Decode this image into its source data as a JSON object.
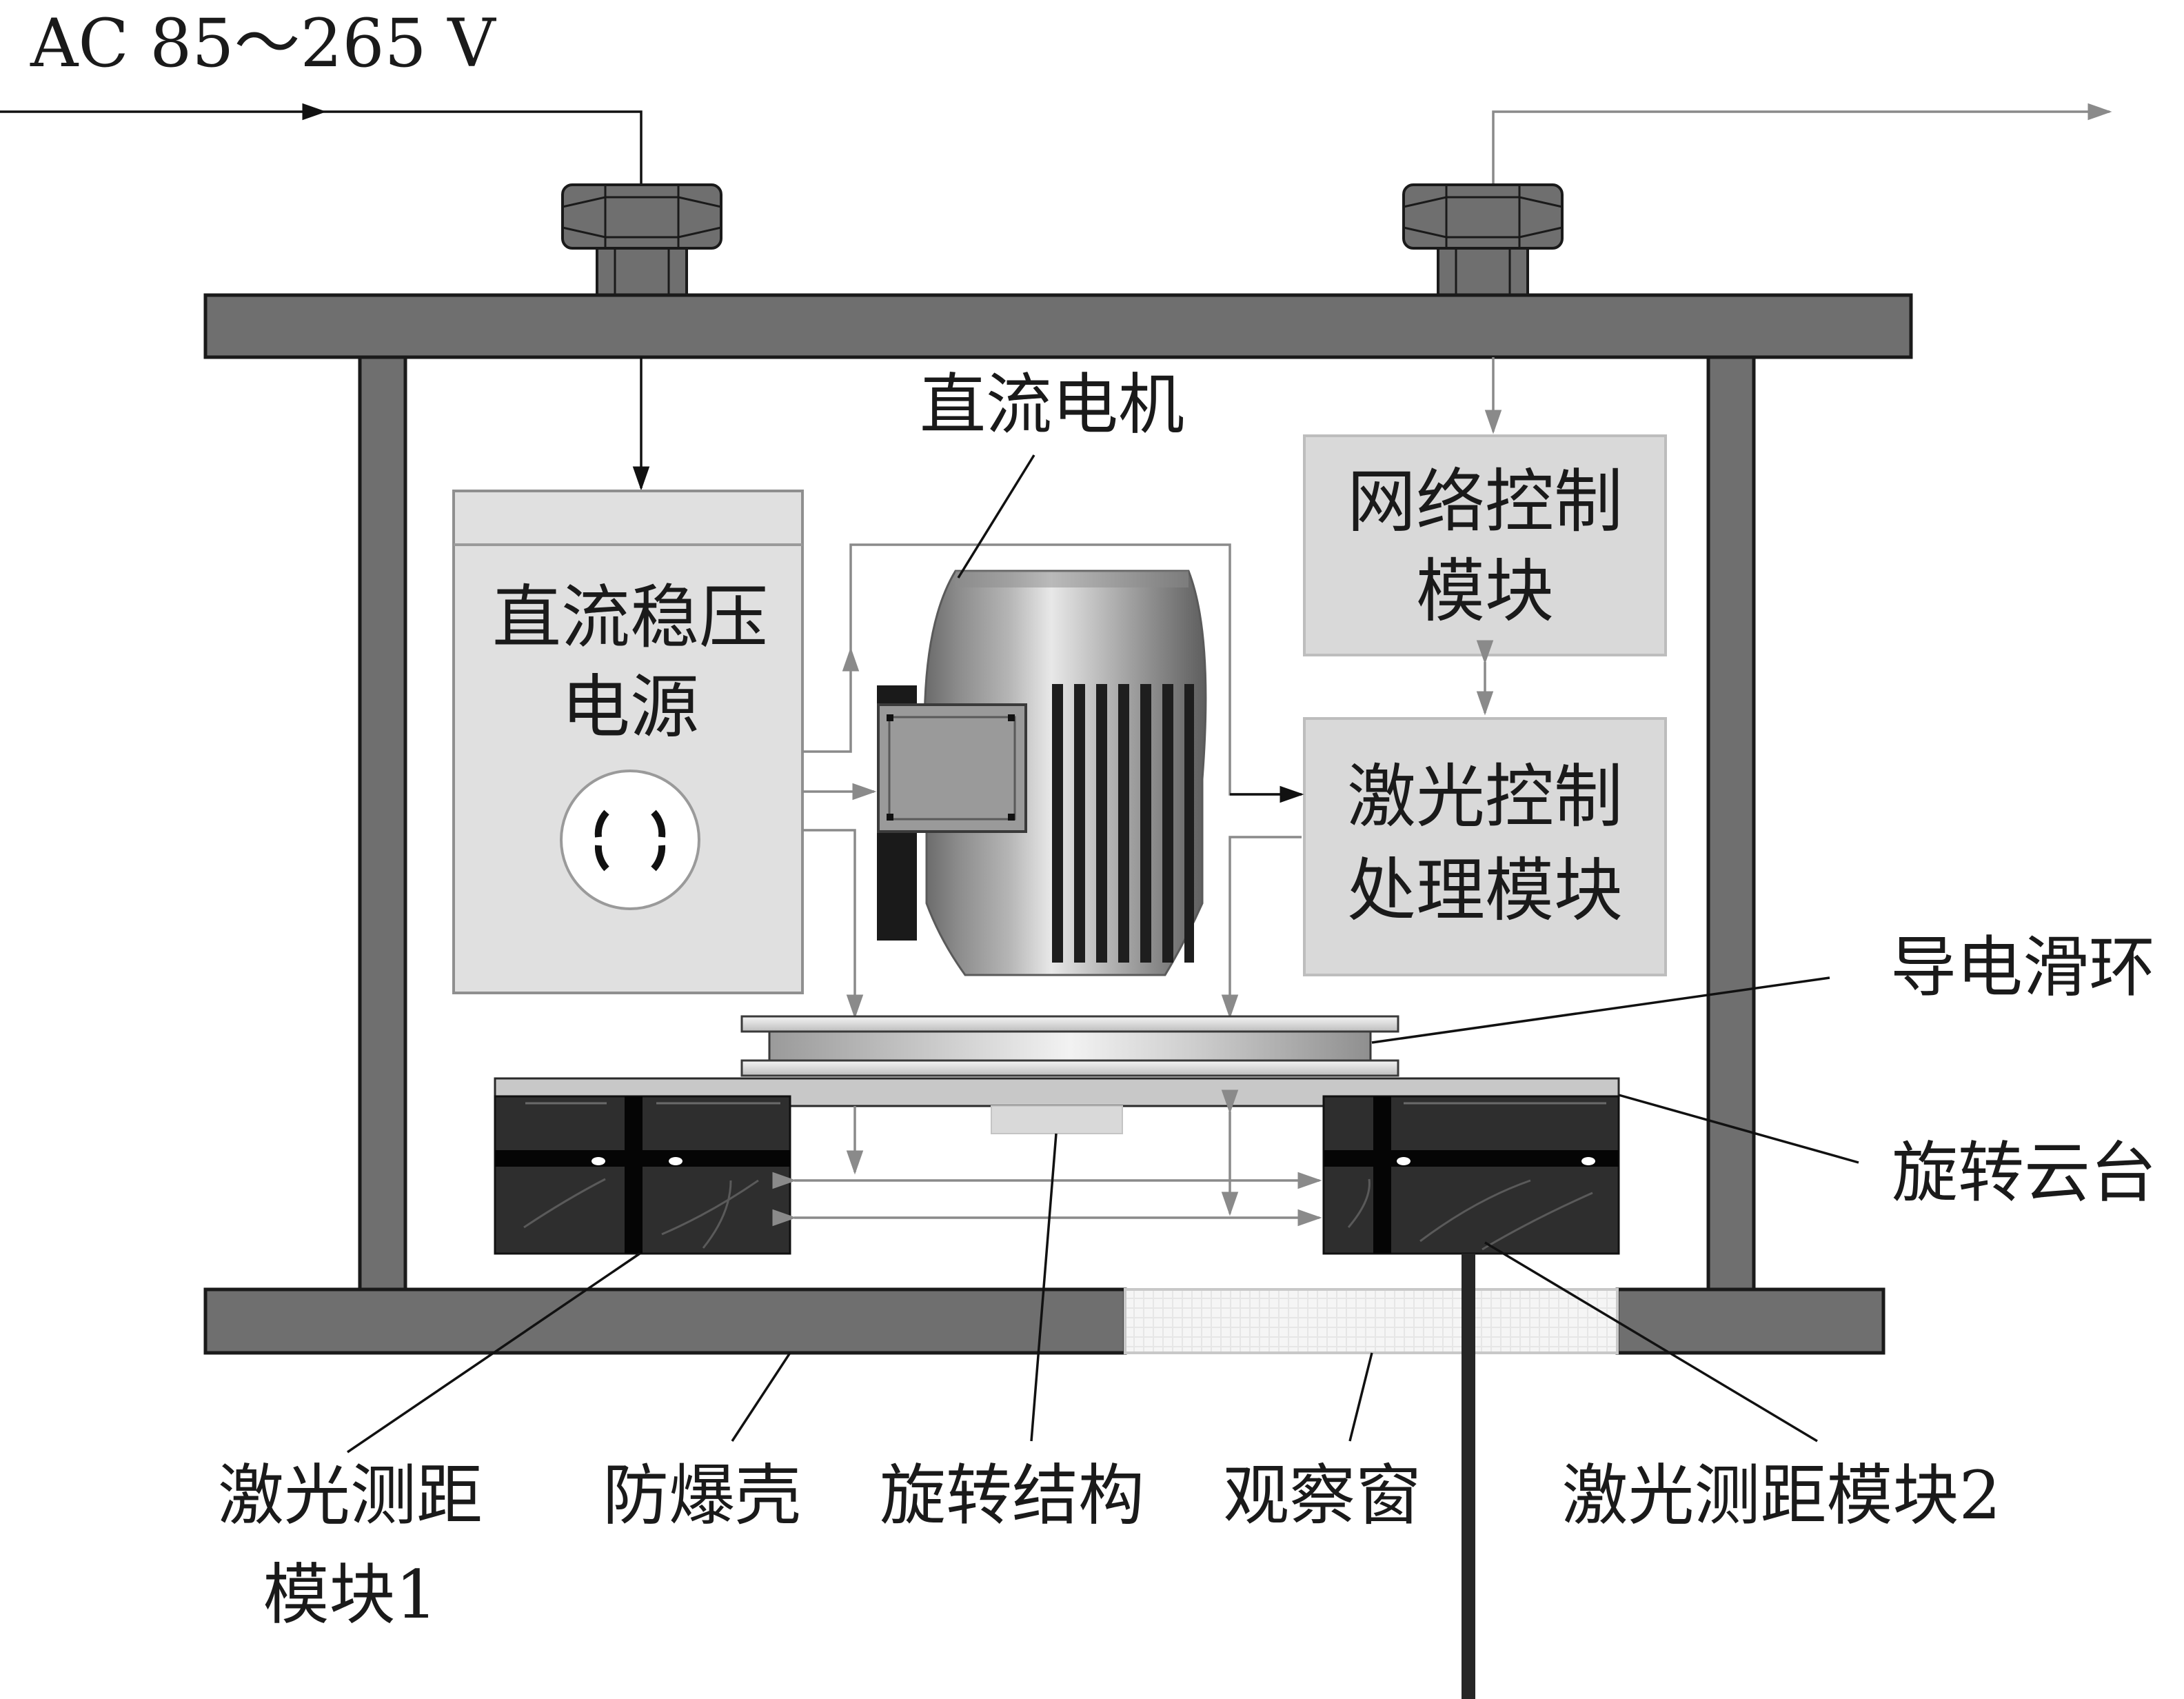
{
  "input": {
    "voltage": "AC 85～265 V"
  },
  "labels": {
    "dc_motor": "直流电机",
    "power_supply_line1": "直流稳压",
    "power_supply_line2": "电源",
    "network_module_line1": "网络控制",
    "network_module_line2": "模块",
    "laser_ctrl_line1": "激光控制",
    "laser_ctrl_line2": "处理模块",
    "slip_ring": "导电滑环",
    "rotary_platform": "旋转云台",
    "laser_module1_line1": "激光测距",
    "laser_module1_line2": "模块1",
    "explosion_shell": "防爆壳",
    "rotating_structure": "旋转结构",
    "observation_window": "观察窗",
    "laser_module2": "激光测距模块2"
  },
  "colors": {
    "housing": "#6f6f6f",
    "housing_stroke": "#1a1a1a",
    "module_box": "#d9d9d9",
    "module_box_stroke": "#bdbdbd",
    "laser_body": "#2e2e2e",
    "window": "#f4f4f4",
    "arrow_black": "#111111",
    "arrow_gray": "#8a8a8a"
  }
}
